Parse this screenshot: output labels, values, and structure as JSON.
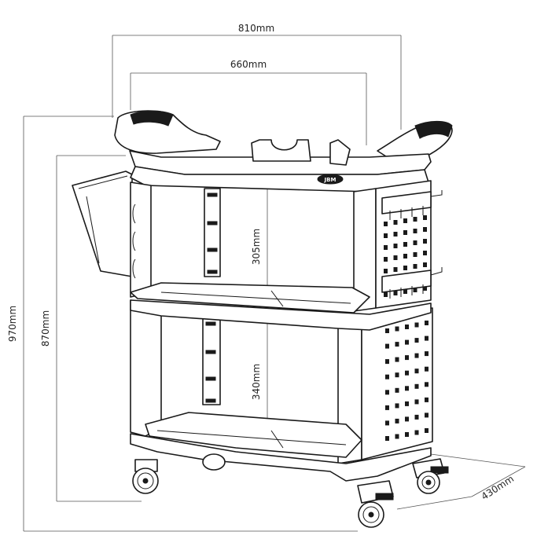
{
  "dimensions": {
    "overall_width": "810mm",
    "inner_width": "660mm",
    "overall_height": "970mm",
    "shelf_height": "870mm",
    "upper_gap": "305mm",
    "lower_gap": "340mm",
    "depth": "430mm"
  },
  "brand": {
    "logo": "JBM"
  }
}
